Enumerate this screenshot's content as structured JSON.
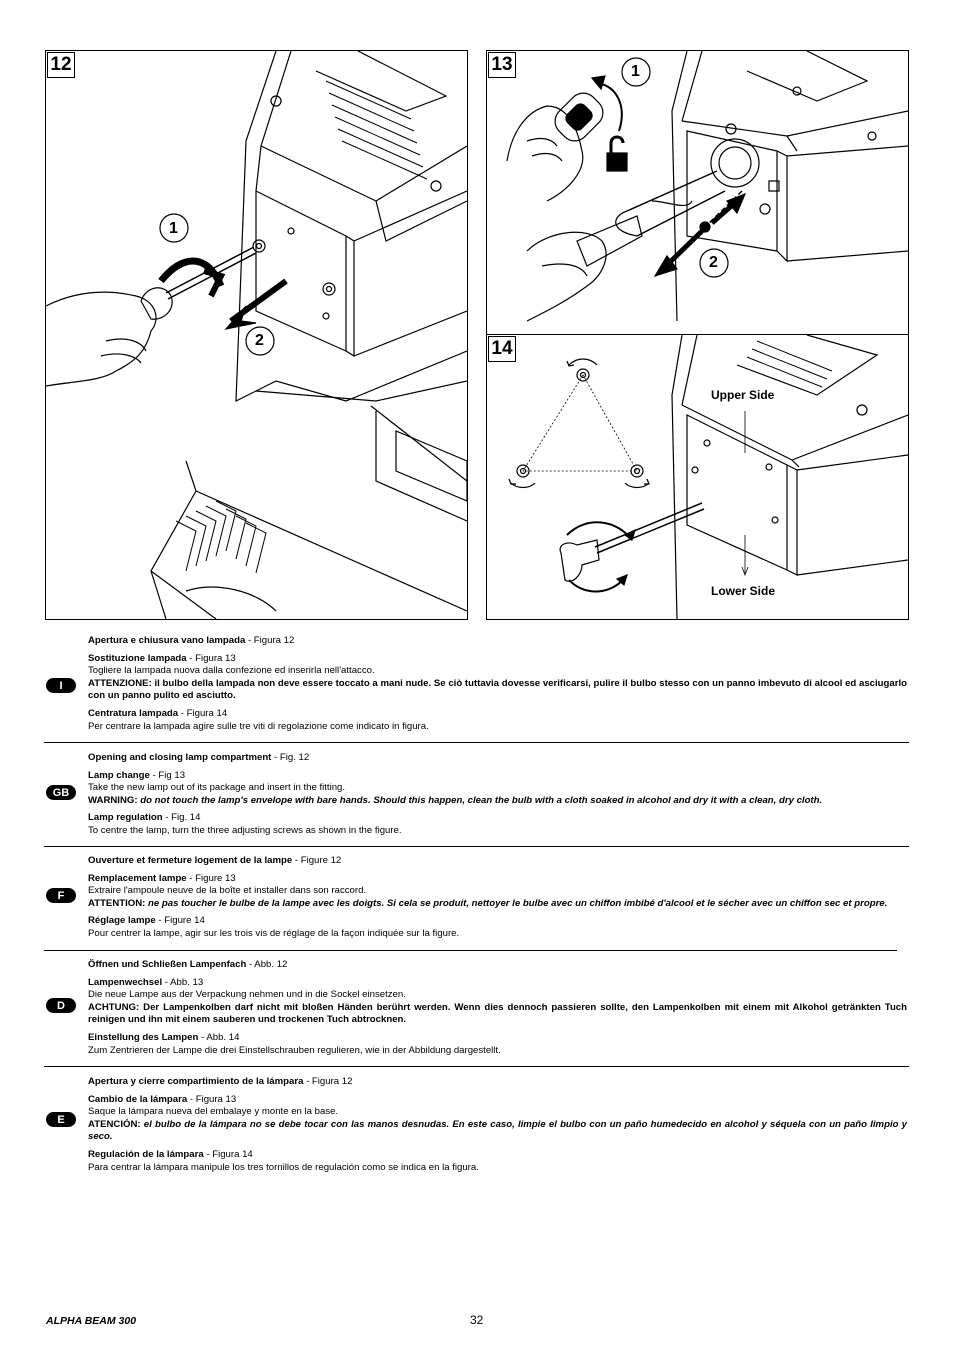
{
  "figures": {
    "fig12": {
      "number": "12",
      "callouts": [
        "1",
        "2"
      ]
    },
    "fig13": {
      "number": "13",
      "callouts": [
        "1",
        "2"
      ]
    },
    "fig14": {
      "number": "14",
      "upper_label": "Upper Side",
      "lower_label": "Lower Side"
    }
  },
  "sections": [
    {
      "lang": "I",
      "h1": "Apertura e chiusura vano lampada",
      "r1": " - Figura 12",
      "h2": "Sostituzione lampada",
      "r2": " - Figura 13",
      "t2": "Togliere la lampada nuova dalla confezione ed inserirla nell'attacco.",
      "warn_label": "ATTENZIONE:",
      "warn_text": " il bulbo della lampada non deve essere toccato a mani nude. Se ciò tuttavia dovesse verificarsi, pulire il bulbo stesso con un panno imbevuto di alcool ed asciugarlo con un panno pulito ed asciutto.",
      "h3": "Centratura lampada",
      "r3": " - Figura 14",
      "t3": "Per centrare la lampada agire sulle tre viti di regolazione come indicato in figura."
    },
    {
      "lang": "GB",
      "h1": "Opening and closing lamp compartment",
      "r1": " - Fig. 12",
      "h2": "Lamp change",
      "r2": " - Fig 13",
      "t2": "Take the new lamp out of its package and insert in the fitting.",
      "warn_label": "WARNING:",
      "warn_text": " do not touch the lamp's envelope with bare hands. Should this happen, clean the bulb with a cloth soaked in alcohol and dry it with a clean, dry cloth.",
      "h3": "Lamp regulation",
      "r3": " - Fig. 14",
      "t3": "To centre the lamp, turn the three adjusting screws as shown in the figure."
    },
    {
      "lang": "F",
      "h1": "Ouverture et fermeture logement de la lampe",
      "r1": " - Figure 12",
      "h2": "Remplacement lampe",
      "r2": " - Figure 13",
      "t2": "Extraire l'ampoule neuve de la boîte et installer dans son raccord.",
      "warn_label": "ATTENTION:",
      "warn_text": " ne pas toucher le bulbe de la lampe avec les doigts. Si cela se produit, nettoyer le bulbe avec un chiffon imbibé d'alcool et le sécher avec un chiffon sec et propre.",
      "h3": "Réglage lampe",
      "r3": " - Figure 14",
      "t3": "Pour centrer la lampe, agir sur les trois vis de réglage de la façon indiquée sur la figure."
    },
    {
      "lang": "D",
      "h1": "Öffnen und Schließen Lampenfach",
      "r1": " - Abb. 12",
      "h2": "Lampenwechsel",
      "r2": " - Abb. 13",
      "t2": "Die neue Lampe aus der Verpackung nehmen und in die Sockel einsetzen.",
      "warn_label": "ACHTUNG:",
      "warn_text": " Der Lampenkolben darf nicht mit bloßen Händen berührt werden. Wenn dies dennoch passieren sollte, den Lampenkolben mit einem mit Alkohol getränkten Tuch reinigen und ihn mit einem sauberen und trockenen Tuch abtrocknen.",
      "h3": "Einstellung des Lampen",
      "r3": " - Abb. 14",
      "t3": "Zum Zentrieren der Lampe die drei Einstellschrauben regulieren, wie in der Abbildung dargestellt."
    },
    {
      "lang": "E",
      "h1": "Apertura y cierre compartimiento de la lámpara",
      "r1": " - Figura 12",
      "h2": "Cambio de la lámpara",
      "r2": " - Figura 13",
      "t2": "Saque la lámpara nueva del embalaye y monte en la base.",
      "warn_label": "ATENCIÓN:",
      "warn_text": " el bulbo de la lámpara no se debe tocar con las manos desnudas. En este caso, limpie el bulbo con un paño humedecido en alcohol y séquela con un paño limpio y seco.",
      "h3": "Regulación de la lámpara",
      "r3": " - Figura 14",
      "t3": "Para centrar la lámpara manipule los tres tornillos de regulación como se indica en la figura."
    }
  ],
  "footer": {
    "product": "ALPHA BEAM 300",
    "page": "32"
  }
}
